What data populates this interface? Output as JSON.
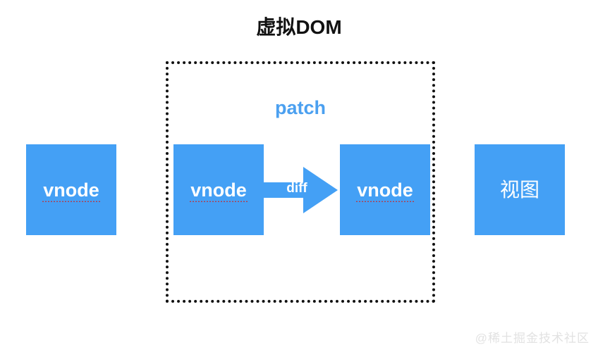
{
  "diagram": {
    "title": "虚拟DOM",
    "patch_label": "patch",
    "arrow_label": "diff",
    "nodes": [
      {
        "id": "vnode-left",
        "label": "vnode",
        "spellcheck_underline": true,
        "color": "#44A0F5"
      },
      {
        "id": "vnode-old",
        "label": "vnode",
        "spellcheck_underline": true,
        "color": "#44A0F5"
      },
      {
        "id": "vnode-new",
        "label": "vnode",
        "spellcheck_underline": true,
        "color": "#44A0F5"
      },
      {
        "id": "view",
        "label": "视图",
        "spellcheck_underline": false,
        "color": "#44A0F5"
      }
    ],
    "container": {
      "label": "patch",
      "border_style": "dotted",
      "border_color": "#111111"
    },
    "colors": {
      "accent_blue": "#44A0F5",
      "patch_text": "#4BA0F0",
      "title_text": "#111111",
      "node_text": "#FFFFFF",
      "background": "#FFFFFF",
      "watermark_text": "#E2E2E2",
      "spellcheck_underline": "#C82828"
    }
  },
  "watermark": {
    "text": "@稀土掘金技术社区"
  }
}
